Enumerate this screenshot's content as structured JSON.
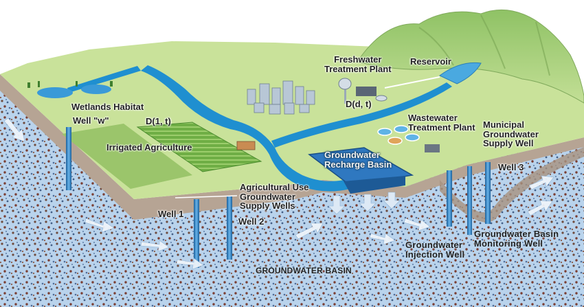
{
  "labels": {
    "wetlands": "Wetlands Habitat",
    "well_w": "Well \"w\"",
    "d1t": "D(1, t)",
    "irrigated": "Irrigated Agriculture",
    "freshwater_line1": "Freshwater",
    "freshwater_line2": "Treatment Plant",
    "reservoir": "Reservoir",
    "ddt": "D(d, t)",
    "wastewater_line1": "Wastewater",
    "wastewater_line2": "Treatment Plant",
    "municipal_line1": "Municipal",
    "municipal_line2": "Groundwater",
    "municipal_line3": "Supply Well",
    "recharge_line1": "Groundwater",
    "recharge_line2": "Recharge Basin",
    "ag_use_line1": "Agricultural Use",
    "ag_use_line2": "Groundwater",
    "ag_use_line3": "Supply Wells",
    "well1": "Well 1",
    "well2": "Well 2",
    "well3": "Well 3",
    "injection_line1": "Groundwater",
    "injection_line2": "Injection Well",
    "monitoring_line1": "Groundwater Basin",
    "monitoring_line2": "Monitoring Well",
    "basin": "GROUNDWATER BASIN"
  },
  "colors": {
    "sky": "#ffffff",
    "land": "#c9e29a",
    "hills": "#a9cf7c",
    "water": "#1f8fd0",
    "soil_band": "#b8a99a",
    "aquifer": "#b7d1ea",
    "well": "#2f7fc0"
  }
}
